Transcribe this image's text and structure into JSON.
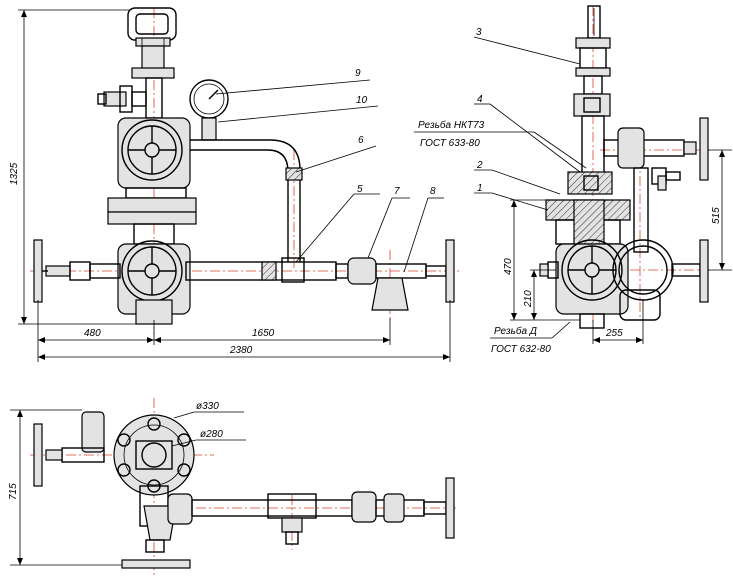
{
  "drawing": {
    "dimensions": {
      "d1325": "1325",
      "d480": "480",
      "d1650": "1650",
      "d2380": "2380",
      "d470": "470",
      "d210": "210",
      "d515": "515",
      "d255": "255",
      "d715": "715",
      "d330": "ø330",
      "d280": "ø280"
    },
    "callouts": {
      "c1": "1",
      "c2": "2",
      "c3": "3",
      "c4": "4",
      "c5": "5",
      "c6": "6",
      "c7": "7",
      "c8": "8",
      "c9": "9",
      "c10": "10"
    },
    "thread_labels": {
      "nkt_line1": "Резьба НКТ73",
      "nkt_line2": "ГОСТ 633-80",
      "d_line1": "Резьба Д",
      "d_line2": "ГОСТ 632-80"
    }
  }
}
